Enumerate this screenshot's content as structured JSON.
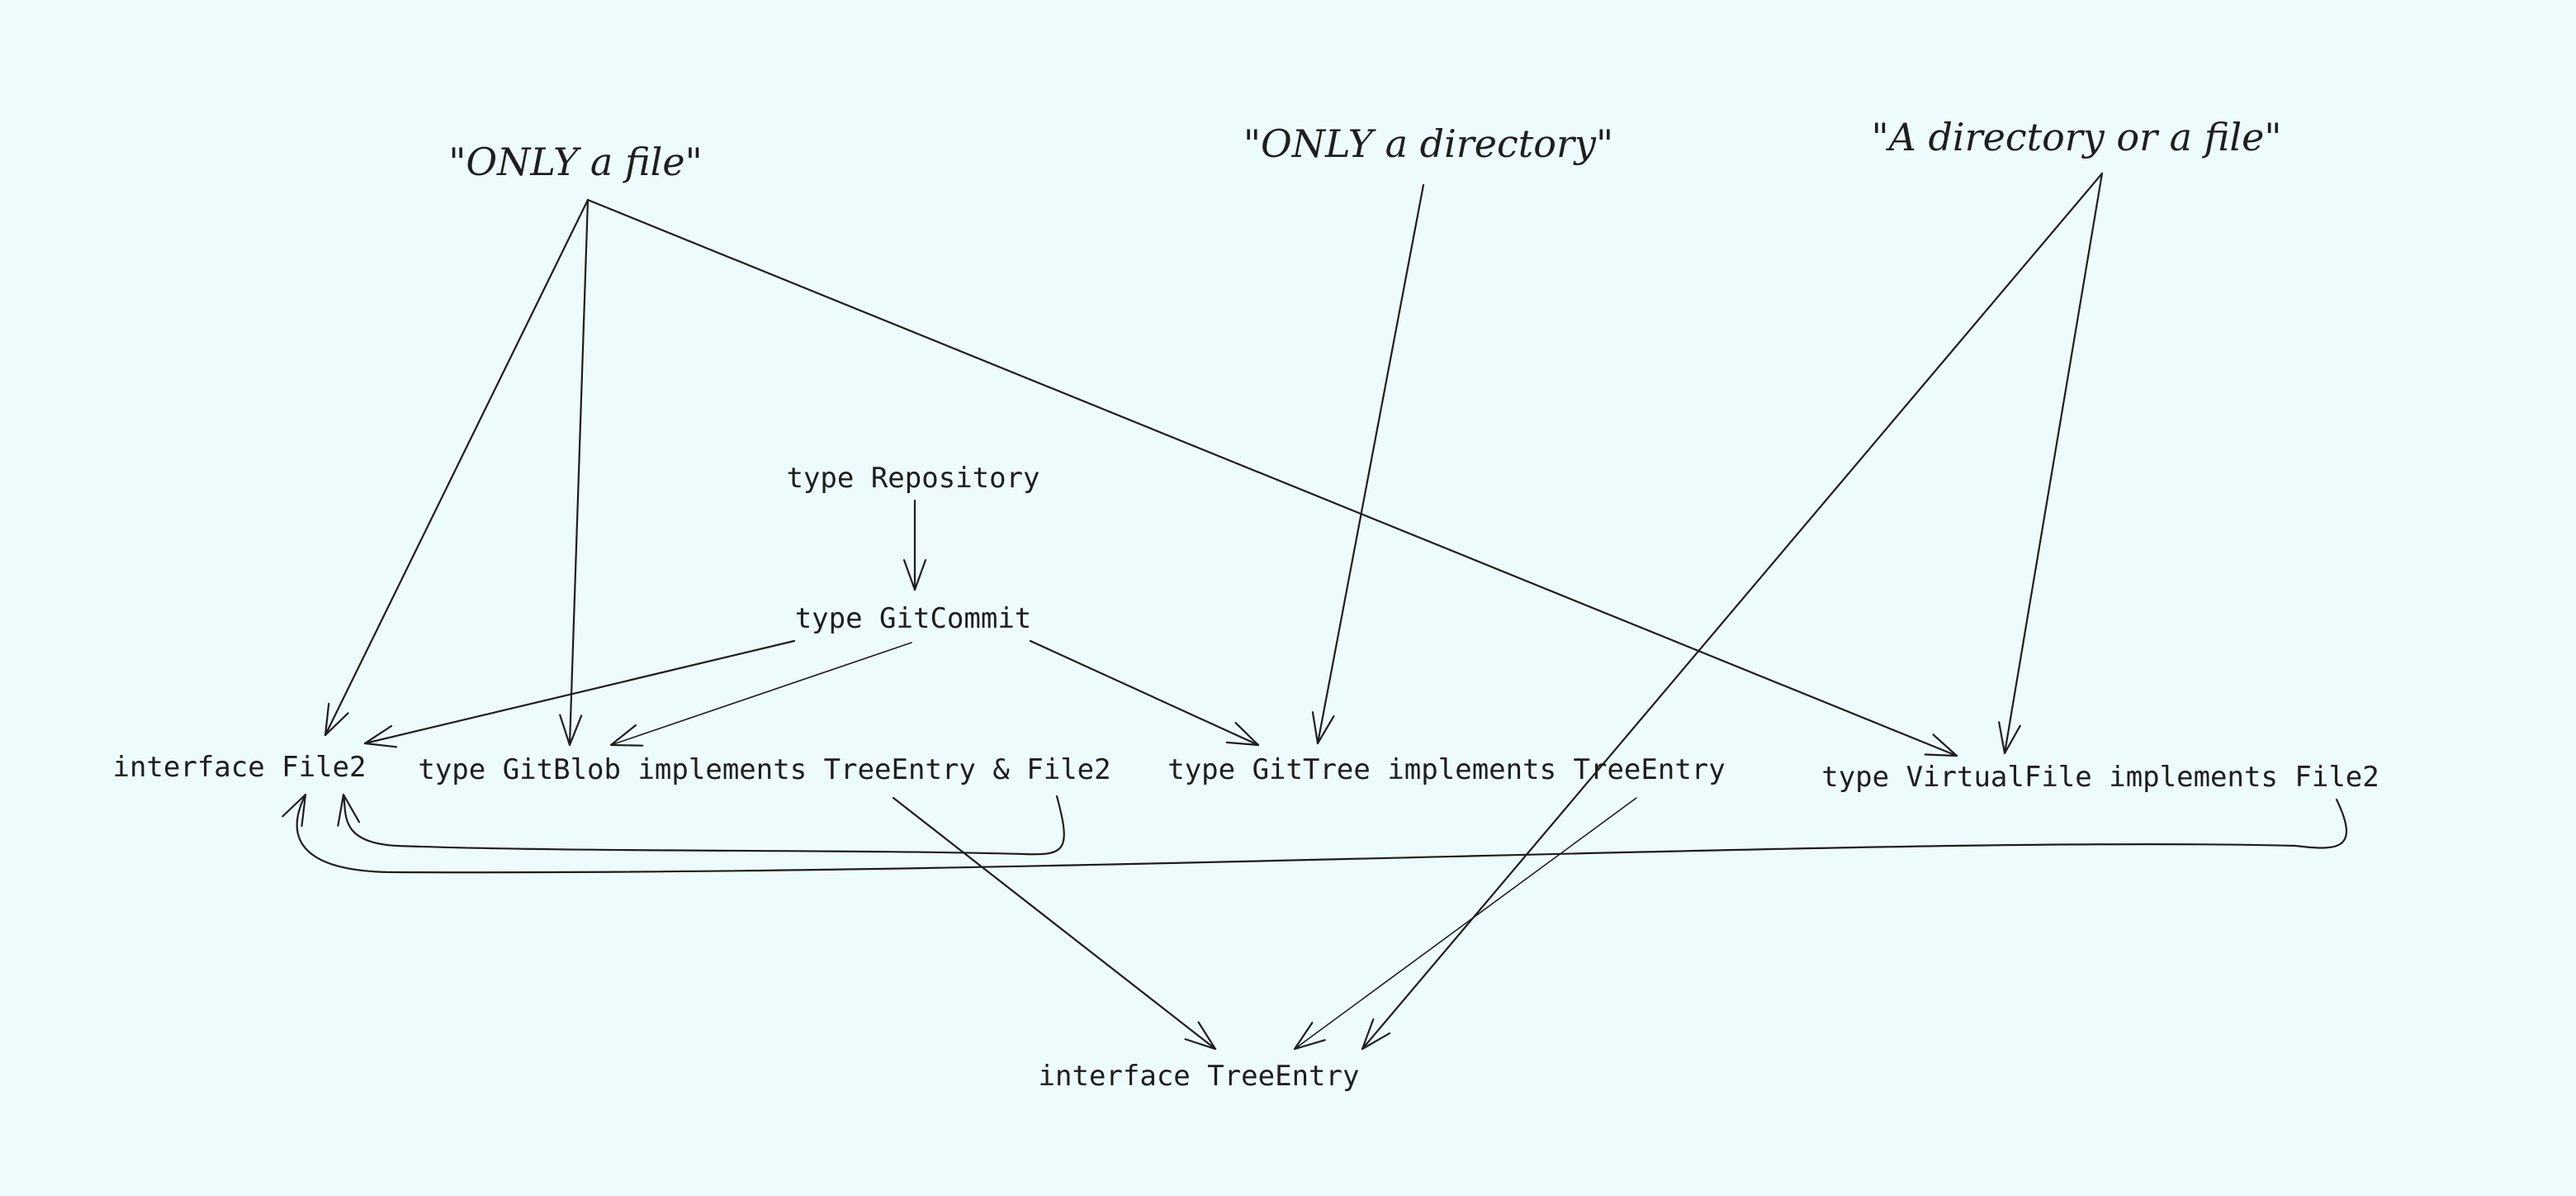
{
  "diagram": {
    "annotations": {
      "only_file": "\"ONLY a file\"",
      "only_directory": "\"ONLY a directory\"",
      "dir_or_file": "\"A directory or a file\""
    },
    "nodes": {
      "repository": "type Repository",
      "git_commit": "type GitCommit",
      "file2": "interface File2",
      "git_blob": "type GitBlob implements TreeEntry & File2",
      "git_tree": "type GitTree implements TreeEntry",
      "virtual_file": "type VirtualFile implements File2",
      "tree_entry": "interface TreeEntry"
    },
    "colors": {
      "background": "#eefbfd",
      "ink": "#1e1e1e"
    }
  }
}
